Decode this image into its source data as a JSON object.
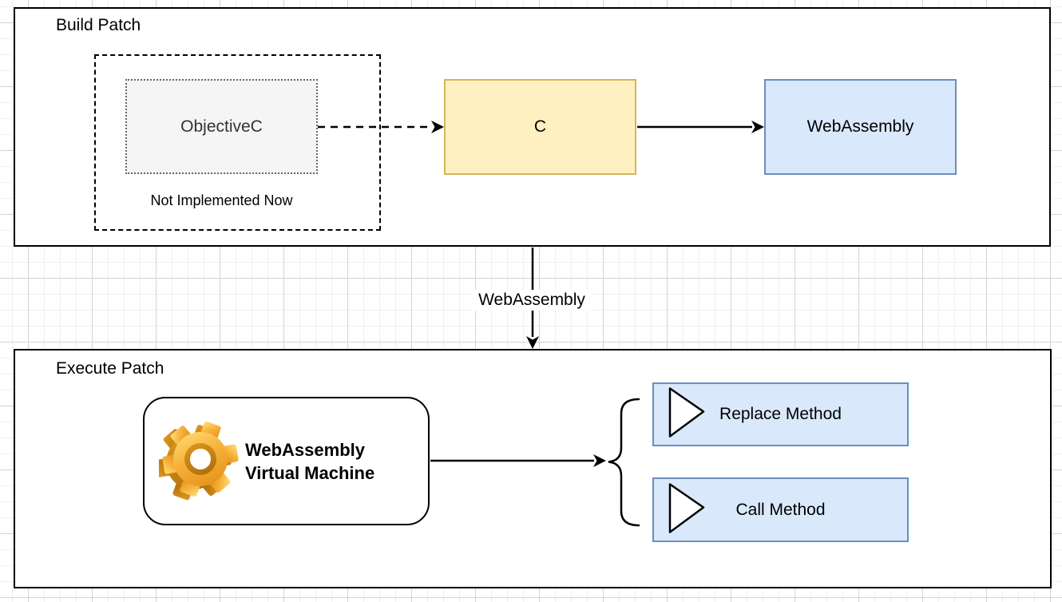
{
  "build_patch": {
    "title": "Build Patch",
    "not_implemented_group": {
      "objectivec_label": "ObjectiveC",
      "caption": "Not Implemented Now"
    },
    "c_label": "C",
    "webassembly_label": "WebAssembly"
  },
  "connector": {
    "label": "WebAssembly"
  },
  "execute_patch": {
    "title": "Execute Patch",
    "vm_label": "WebAssembly Virtual Machine",
    "replace_method_label": "Replace Method",
    "call_method_label": "Call Method"
  },
  "icons": {
    "gear": "gear-icon",
    "play_replace": "play-triangle-icon",
    "play_call": "play-triangle-icon"
  },
  "colors": {
    "node_yellow_fill": "#fff0c2",
    "node_yellow_border": "#d6b656",
    "node_blue_fill": "#dae8fc",
    "node_blue_border": "#6c8ebf",
    "node_gray_fill": "#f5f5f5",
    "node_gray_border": "#666666",
    "container_border": "#000000",
    "grid_minor": "#f0f0f0",
    "grid_major": "#d4d4d4",
    "gear_gold": "#f5a623"
  }
}
